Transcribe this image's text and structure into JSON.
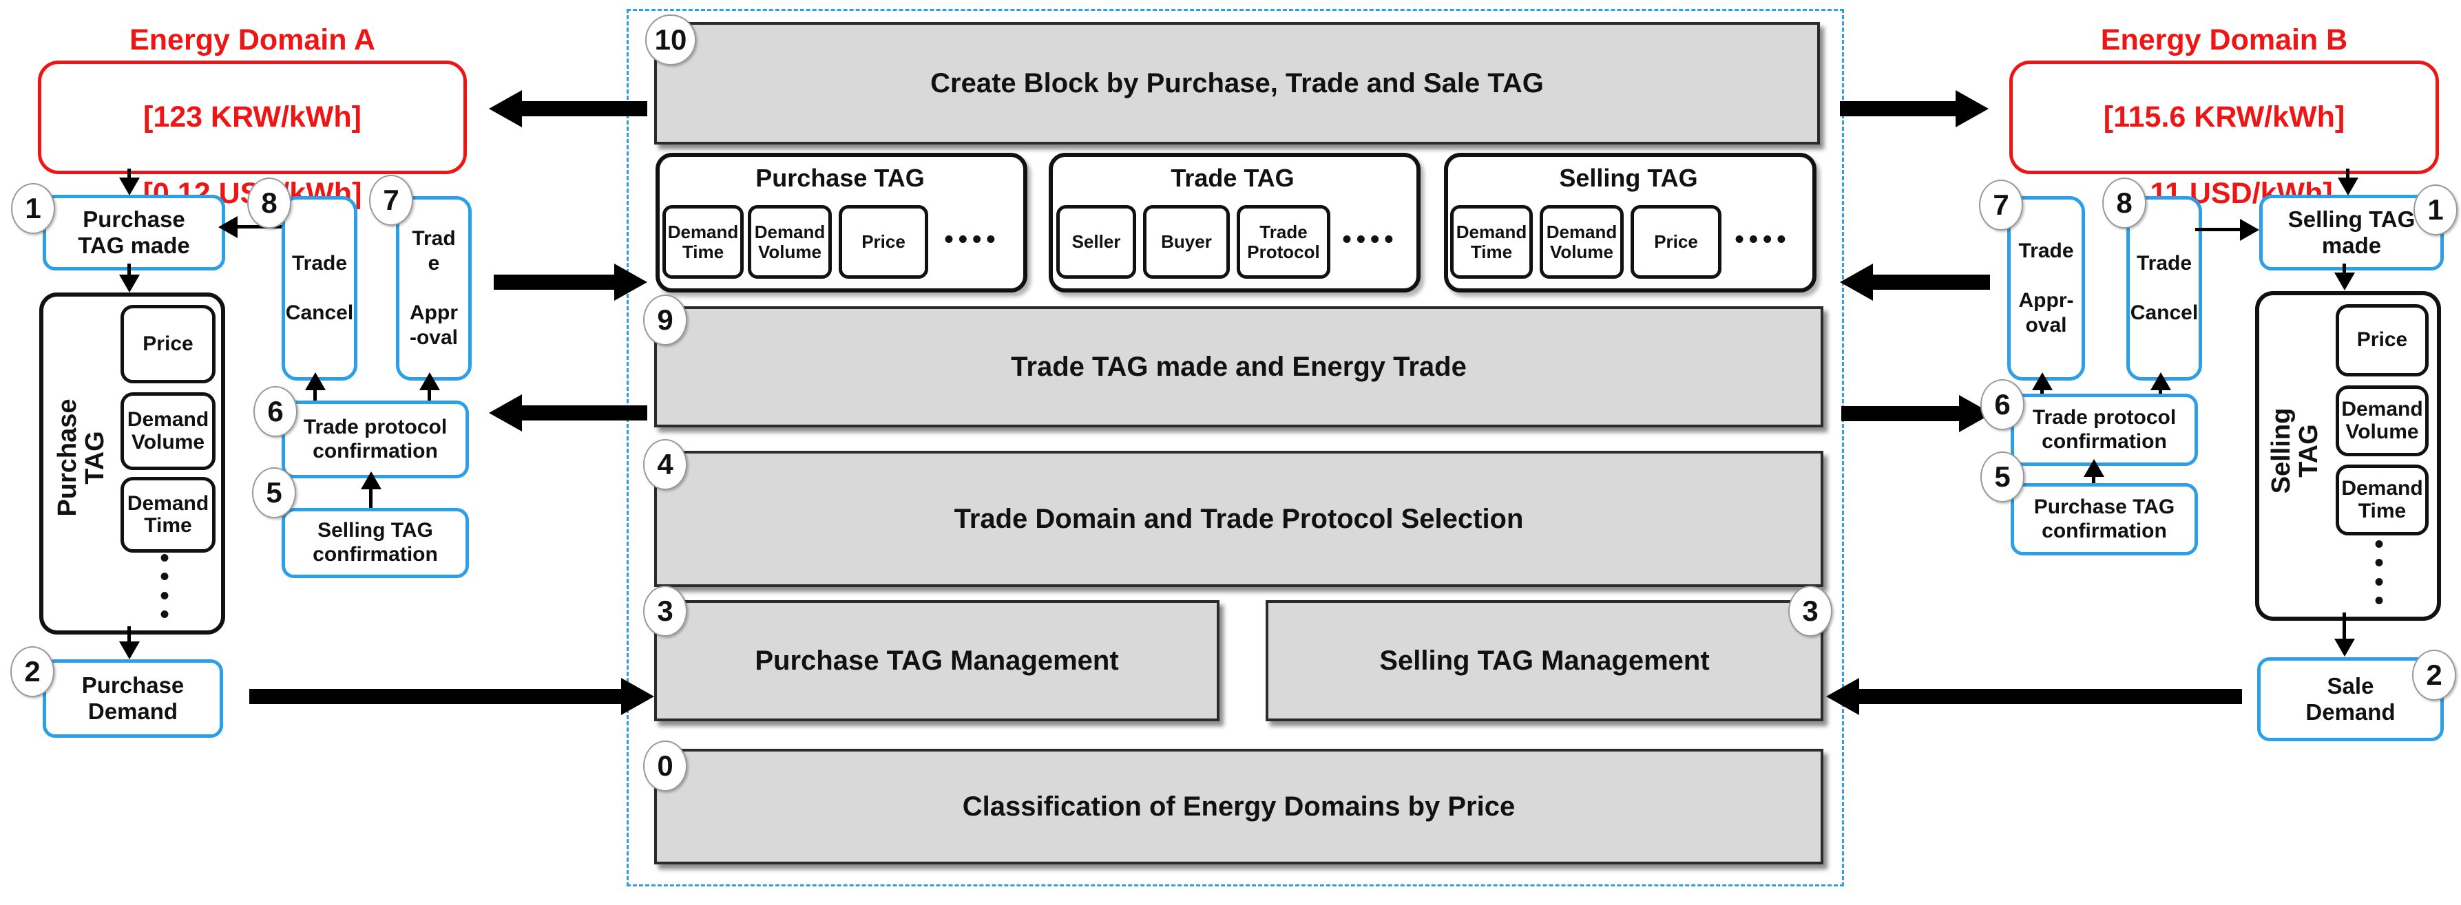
{
  "colors": {
    "accent_blue": "#2b9fe8",
    "accent_red": "#ee1515",
    "block_fill": "#d9d9d9",
    "arrow_black": "#000000"
  },
  "steps": {
    "s0": "0",
    "s1": "1",
    "s2": "2",
    "s3": "3",
    "s4": "4",
    "s5": "5",
    "s6": "6",
    "s7": "7",
    "s8": "8",
    "s9": "9",
    "s10": "10"
  },
  "domain_a": {
    "title": "Energy Domain A",
    "price_krw": "[123 KRW/kWh]",
    "price_usd": "[0.12 USD/kWh]"
  },
  "domain_b": {
    "title": "Energy Domain B",
    "price_krw": "[115.6 KRW/kWh]",
    "price_usd": "[0.11 USD/kWh]"
  },
  "left": {
    "purchase_tag_made": "Purchase\nTAG made",
    "trade_cancel": "Trade\n\nCancel",
    "trade_approval": "Trad\ne\n\nAppr\n-oval",
    "trade_protocol_confirmation": "Trade protocol\nconfirmation",
    "selling_tag_confirmation": "Selling TAG\nconfirmation",
    "purchase_demand": "Purchase\nDemand",
    "container_label": "Purchase\nTAG",
    "price": "Price",
    "demand_volume": "Demand\nVolume",
    "demand_time": "Demand\nTime",
    "dots": "•\n•\n•\n•"
  },
  "right": {
    "selling_tag_made": "Selling TAG\nmade",
    "trade_approval": "Trade\n\nAppr-\noval",
    "trade_cancel": "Trade\n\nCancel",
    "trade_protocol_confirmation": "Trade protocol\nconfirmation",
    "purchase_tag_confirmation": "Purchase TAG\nconfirmation",
    "sale_demand": "Sale\nDemand",
    "container_label": "Selling\nTAG",
    "price": "Price",
    "demand_volume": "Demand\nVolume",
    "demand_time": "Demand\nTime",
    "dots": "•\n•\n•\n•"
  },
  "center": {
    "block10": "Create Block by Purchase, Trade and Sale TAG",
    "block9": "Trade TAG made and Energy Trade",
    "block4": "Trade Domain and Trade Protocol Selection",
    "block3_left": "Purchase TAG Management",
    "block3_right": "Selling TAG Management",
    "block0": "Classification of Energy Domains by Price",
    "tags": [
      {
        "title": "Purchase TAG",
        "fields": [
          "Demand\nTime",
          "Demand\nVolume",
          "Price"
        ],
        "dots": "••••"
      },
      {
        "title": "Trade TAG",
        "fields": [
          "Seller",
          "Buyer",
          "Trade\nProtocol"
        ],
        "dots": "••••"
      },
      {
        "title": "Selling TAG",
        "fields": [
          "Demand\nTime",
          "Demand\nVolume",
          "Price"
        ],
        "dots": "••••"
      }
    ]
  }
}
